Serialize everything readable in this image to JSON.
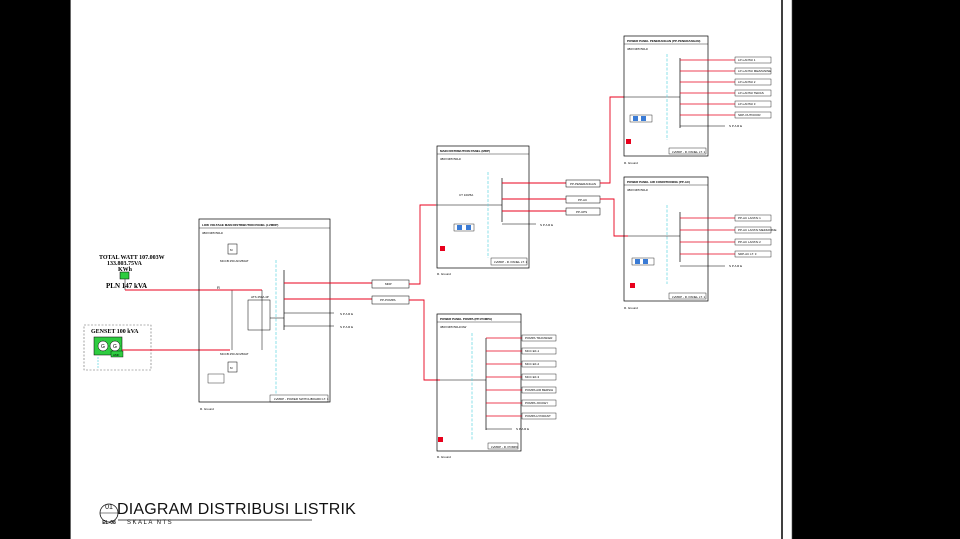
{
  "title_block": {
    "number": "01",
    "code": "EL-08",
    "title": "DIAGRAM DISTRIBUSI LISTRIK",
    "scale": "SKALA NTS"
  },
  "supply": {
    "total_watt": "TOTAL WATT 107.003W",
    "total_va": "133.803.75VA",
    "kwh": "KWh",
    "pln": "PLN 147 kVA",
    "genset": "GENSET 100 kVA",
    "amf": "AMF",
    "g": "G",
    "r": "R"
  },
  "lvmdp": {
    "title": "LOW VOLTAGE MAIN DISTRIBUTION PANEL (LVMDP)",
    "spec": "380V/3Ph/50Hz",
    "mccb_top": "MCCB 250 AF/250AT",
    "mccb_bottom": "MCCB 250 AF/250AT",
    "ats": "ATS 250A 4P",
    "m": "M",
    "footer": "LVMDP - POWER SWITCHBOARD LT. 1",
    "feeder1": "MDP",
    "feeder2": "PP-POMPA",
    "spare": "S P A R E",
    "ground": "R. Ground"
  },
  "mdp": {
    "title": "MAIN DISTRIBUTION PANEL (MDP)",
    "spec": "380V/3Ph/50Hz",
    "footer": "LVMDP - R. PANEL LT. 1",
    "ct": "CT 100/5A",
    "feeders": [
      "PP-PENERANGAN",
      "PP-AC",
      "PP-UPS"
    ],
    "spare": "S P A R E",
    "ground": "R. Ground"
  },
  "pompa": {
    "title": "POWER PANEL POMPA (PP-POMPA)",
    "spec": "380V/3Ph/50Hz/4W",
    "footer": "LVMDP - R. POMPA",
    "loads": [
      "POMPA TRANSFER",
      "MCC EF-1",
      "MCC EF-2",
      "MCC EF-3",
      "POMPA AIR BERSIH",
      "POMPA JOCKEY",
      "POMPA HYDRANT"
    ],
    "spare": "S P A R E",
    "ground": "R. Ground"
  },
  "penerangan": {
    "title": "POWER PANEL PENERANGAN (PP-PENERANGAN)",
    "spec": "380V/3Ph/50Hz",
    "footer": "LVMDP - R. PANEL LT. 1",
    "loads": [
      "LP-LANTAI 1",
      "LP-LANTAI MEZZANINE",
      "LP-LANTAI 2",
      "LP-LANTAI TERAS",
      "LP-LANTAI 3",
      "SDP-OUTDOOR"
    ],
    "spare": "S P A R E",
    "ground": "R. Ground"
  },
  "ac": {
    "title": "POWER PANEL AIR CONDITIONING (PP-AC)",
    "spec": "380V/3Ph/50Hz",
    "footer": "LVMDP - R. PANEL LT. 1",
    "loads": [
      "PP-AC LANTAI 1",
      "PP-AC LANTAI MEZZANINE",
      "PP-AC LANTAI 2",
      "SDP-AC LT. 3"
    ],
    "spare": "S P A R E",
    "ground": "R. Ground"
  },
  "colors": {
    "feeder": "#e8001c",
    "ground": "#5fd3e0",
    "genset": "#2ecc40",
    "meter": "#3a7bd5",
    "frame": "#000000",
    "background": "#ffffff"
  }
}
